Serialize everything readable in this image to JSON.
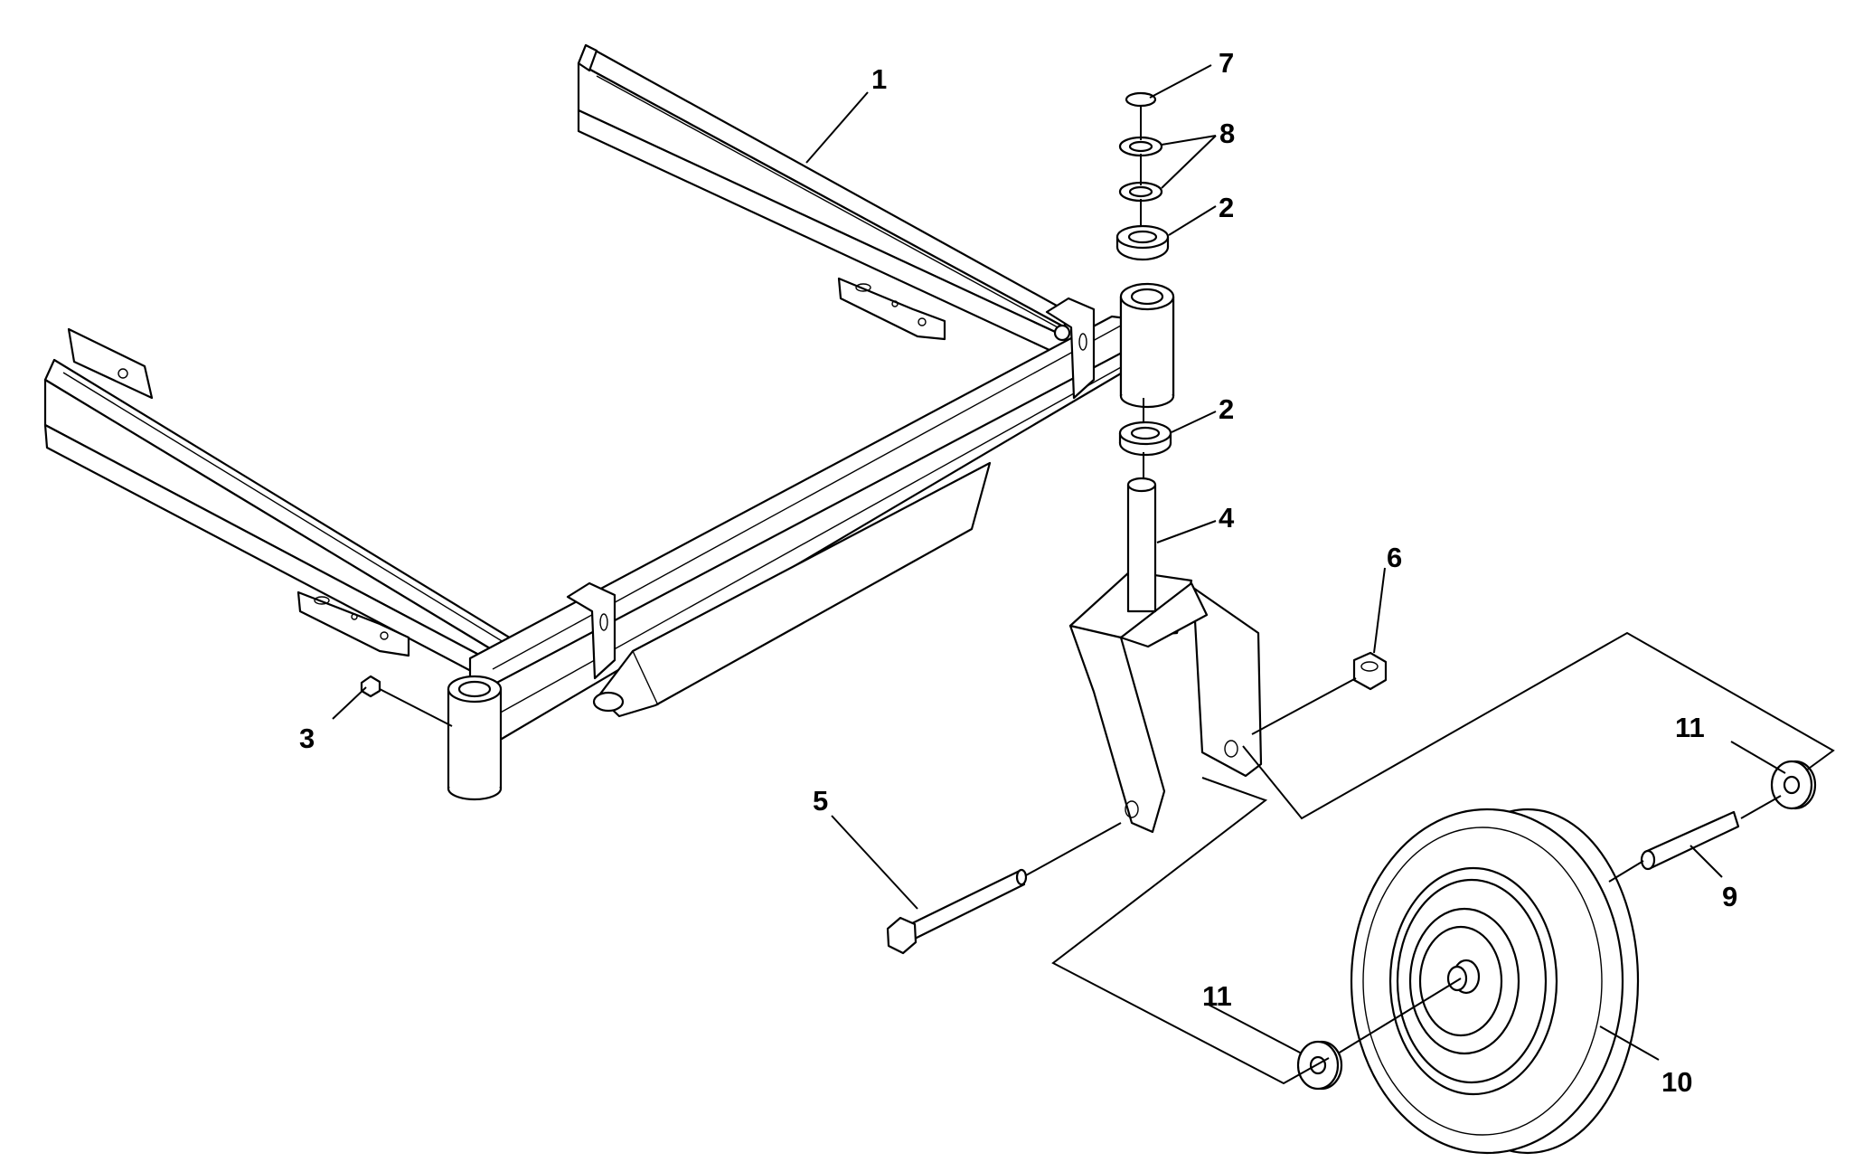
{
  "diagram": {
    "kind": "exploded parts view",
    "callouts": [
      {
        "id": "c1",
        "label": "1"
      },
      {
        "id": "c2a",
        "label": "2"
      },
      {
        "id": "c2b",
        "label": "2"
      },
      {
        "id": "c3",
        "label": "3"
      },
      {
        "id": "c4",
        "label": "4"
      },
      {
        "id": "c5",
        "label": "5"
      },
      {
        "id": "c6",
        "label": "6"
      },
      {
        "id": "c7",
        "label": "7"
      },
      {
        "id": "c8",
        "label": "8"
      },
      {
        "id": "c9",
        "label": "9"
      },
      {
        "id": "c10",
        "label": "10"
      },
      {
        "id": "c11a",
        "label": "11"
      },
      {
        "id": "c11b",
        "label": "11"
      }
    ]
  }
}
